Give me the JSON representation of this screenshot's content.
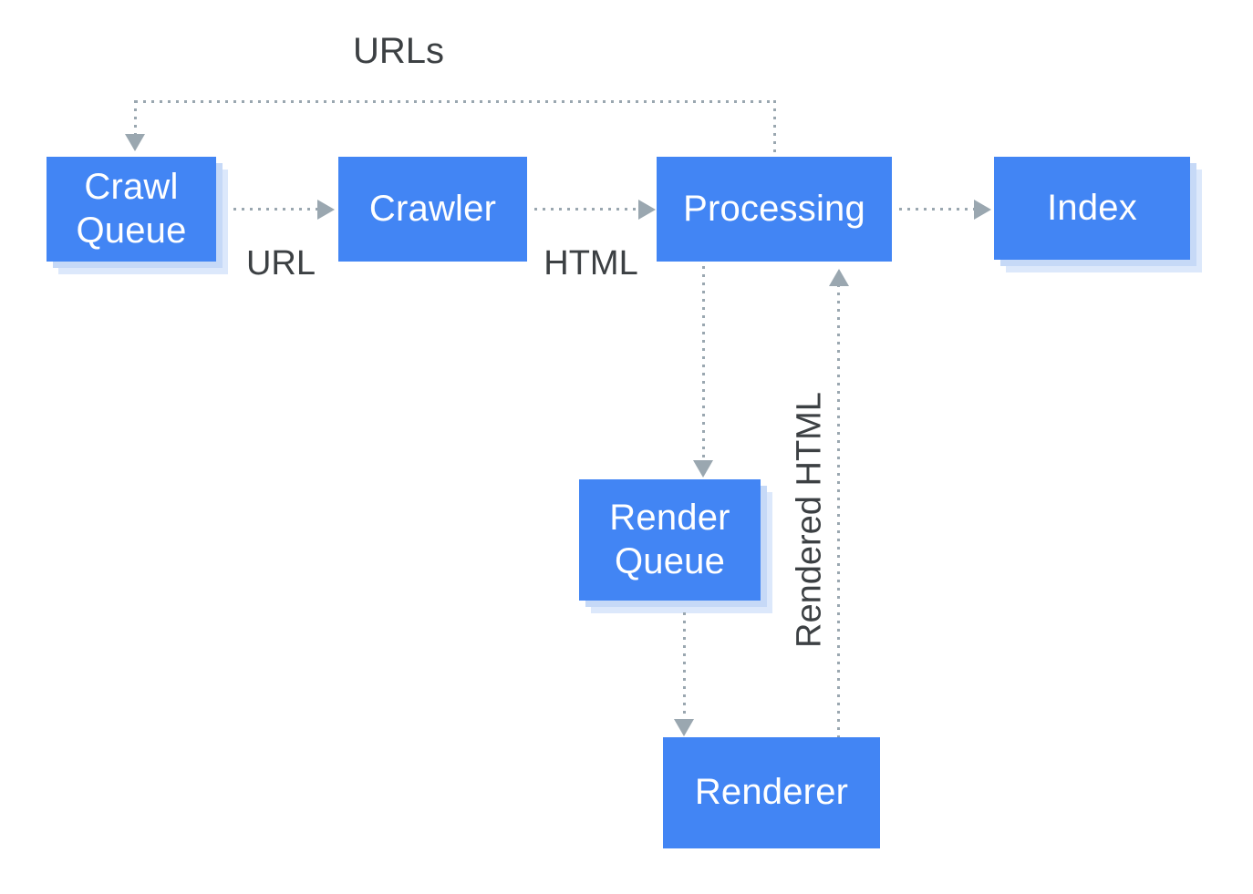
{
  "diagram": {
    "title_label": "URLs",
    "background_color": "#ffffff",
    "node_color": "#4285F4",
    "stack_mid_color": "#C6D9F7",
    "stack_back_color": "#DCE8FB",
    "connector_color": "#9AA7B0",
    "label_color": "#3C4043"
  },
  "nodes": {
    "crawl_queue": {
      "label": "Crawl\nQueue"
    },
    "crawler": {
      "label": "Crawler"
    },
    "processing": {
      "label": "Processing"
    },
    "index": {
      "label": "Index"
    },
    "render_queue": {
      "label": "Render\nQueue"
    },
    "renderer": {
      "label": "Renderer"
    }
  },
  "edges": {
    "urls": {
      "label": "URLs"
    },
    "url": {
      "label": "URL"
    },
    "html": {
      "label": "HTML"
    },
    "rendered_html": {
      "label": "Rendered HTML"
    }
  }
}
